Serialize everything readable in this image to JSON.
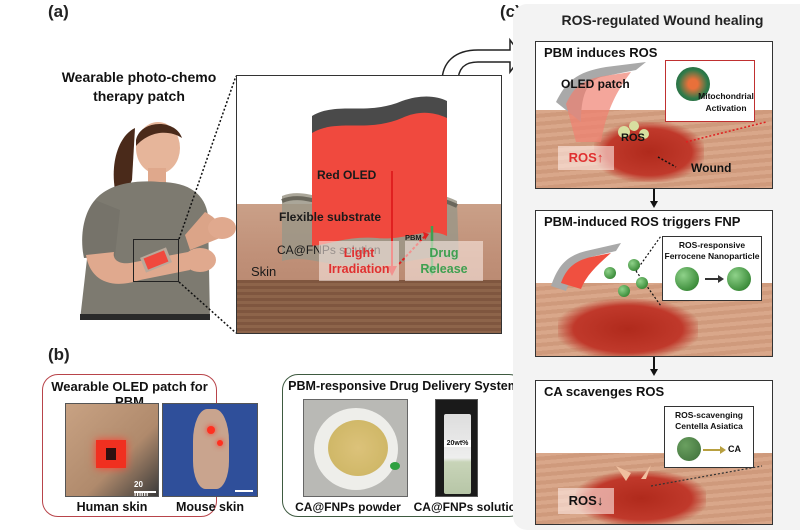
{
  "panels": {
    "a": {
      "label": "(a)",
      "title_line1": "Wearable photo-chemo",
      "title_line2": "therapy patch",
      "detail": {
        "red_oled": "Red OLED",
        "flexible_substrate": "Flexible substrate",
        "solution": "CA@FNPs solution",
        "pbm": "PBM",
        "skin": "Skin",
        "light_line1": "Light",
        "light_line2": "Irradiation",
        "drug_line1": "Drug",
        "drug_line2": "Release"
      }
    },
    "b": {
      "label": "(b)",
      "left_box": {
        "title": "Wearable OLED patch for PBM",
        "caption_left": "Human skin",
        "caption_right": "Mouse skin",
        "scale_bar": "20 mm"
      },
      "right_box": {
        "title": "PBM-responsive Drug Delivery System",
        "caption_left": "CA@FNPs powder",
        "caption_right": "CA@FNPs solution",
        "vial_label": "20wt%"
      }
    },
    "c": {
      "label": "(c)",
      "title": "ROS-regulated Wound healing",
      "steps": [
        {
          "heading": "PBM induces ROS",
          "oled_label": "OLED patch",
          "ros_label": "ROS",
          "ros_state": "ROS↑",
          "wound_label": "Wound",
          "inset_line1": "Mitochondrial",
          "inset_line2": "Activation"
        },
        {
          "heading": "PBM-induced ROS triggers FNP",
          "inset_line1": "ROS-responsive",
          "inset_line2": "Ferrocene Nanoparticle"
        },
        {
          "heading": "CA scavenges ROS",
          "ros_state": "ROS↓",
          "inset_line1": "ROS-scavenging",
          "inset_line2": "Centella Asiatica",
          "ca_label": "CA"
        }
      ]
    }
  },
  "colors": {
    "oled_red": "#f0493e",
    "light_text": "#e03030",
    "drug_text": "#3fa050",
    "b_red_border": "#b8444a",
    "b_green_border": "#3e5a40"
  }
}
